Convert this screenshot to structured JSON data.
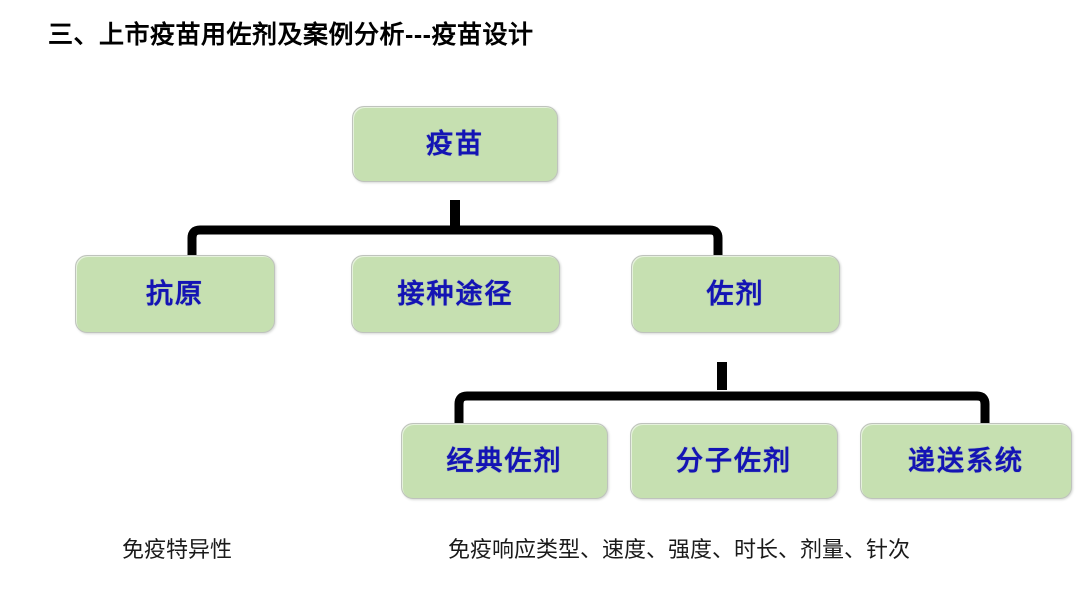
{
  "slide": {
    "title": "三、上市疫苗用佐剂及案例分析---疫苗设计",
    "colors": {
      "node_fill": "#c6e0b1",
      "node_border": "#bfc3bd",
      "node_text": "#1414b4",
      "connector": "#000000",
      "title_text": "#000000",
      "caption_text": "#1a1a1a",
      "background": "#ffffff"
    }
  },
  "diagram": {
    "type": "tree",
    "root": {
      "id": "vaccine",
      "label": "疫苗"
    },
    "level2": [
      {
        "id": "antigen",
        "label": "抗原"
      },
      {
        "id": "route",
        "label": "接种途径"
      },
      {
        "id": "adjuvant",
        "label": "佐剂"
      }
    ],
    "level3_parent": "adjuvant",
    "level3": [
      {
        "id": "classic-adjuvant",
        "label": "经典佐剂"
      },
      {
        "id": "molecular-adjuvant",
        "label": "分子佐剂"
      },
      {
        "id": "delivery-system",
        "label": "递送系统"
      }
    ]
  },
  "captions": {
    "left": "免疫特异性",
    "right": "免疫响应类型、速度、强度、时长、剂量、针次"
  }
}
